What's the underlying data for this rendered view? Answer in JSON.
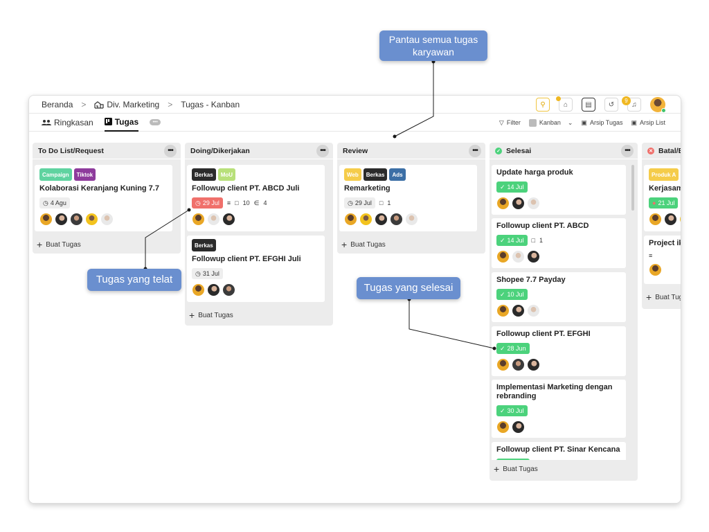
{
  "breadcrumb": {
    "home": "Beranda",
    "division": "Div. Marketing",
    "page": "Tugas - Kanban"
  },
  "topbar": {
    "notification_count": "9"
  },
  "tabs": [
    {
      "label": "Ringkasan"
    },
    {
      "label": "Tugas"
    }
  ],
  "tools": {
    "filter": "Filter",
    "view": "Kanban",
    "archive_tasks": "Arsip Tugas",
    "archive_list": "Arsip List"
  },
  "add_task_label": "Buat Tugas",
  "columns": [
    {
      "title": "To Do List/Request",
      "cards": [
        {
          "tags": [
            "Campaign",
            "Tiktok"
          ],
          "title": "Kolaborasi Keranjang Kuning 7.7",
          "date": "4 Agu"
        }
      ]
    },
    {
      "title": "Doing/Dikerjakan",
      "cards": [
        {
          "tags": [
            "Berkas",
            "MoU"
          ],
          "title": "Followup client PT. ABCD Juli",
          "date": "29 Jul",
          "comments": "10",
          "attachments": "4"
        },
        {
          "tags": [
            "Berkas"
          ],
          "title": "Followup client PT. EFGHI Juli",
          "date": "31 Jul"
        }
      ]
    },
    {
      "title": "Review",
      "cards": [
        {
          "tags": [
            "Web",
            "Berkas",
            "Ads"
          ],
          "title": "Remarketing",
          "date": "29 Jul",
          "comments": "1"
        }
      ]
    },
    {
      "title": "Selesai",
      "cards": [
        {
          "title": "Update harga produk",
          "date": "14 Jul"
        },
        {
          "title": "Followup client PT. ABCD",
          "date": "14 Jul",
          "comments": "1"
        },
        {
          "title": "Shopee 7.7 Payday",
          "date": "10 Jul"
        },
        {
          "title": "Followup client PT. EFGHI",
          "date": "28 Jun"
        },
        {
          "title": "Implementasi Marketing dengan rebranding",
          "date": "30 Jul"
        },
        {
          "title": "Followup client PT. Sinar Kencana"
        }
      ]
    },
    {
      "title": "Batal/Bl",
      "cards": [
        {
          "tags": [
            "Produk A"
          ],
          "title": "Kerjasam",
          "date": "21 Jul"
        },
        {
          "title": "Project ik"
        }
      ]
    }
  ],
  "callouts": {
    "monitor": "Pantau semua tugas karyawan",
    "late": "Tugas yang telat",
    "done": "Tugas yang selesai"
  },
  "colors": {
    "callout": "#6a8fcf",
    "late": "#f0706b",
    "done": "#4cd27c",
    "campaign": "#5fd3a0",
    "tiktok": "#8e3b9c",
    "berkas": "#2b2b2b",
    "mou": "#b8e07a",
    "web": "#f5cc4a",
    "ads": "#3c6fa6",
    "produk_a": "#f5cc4a"
  }
}
